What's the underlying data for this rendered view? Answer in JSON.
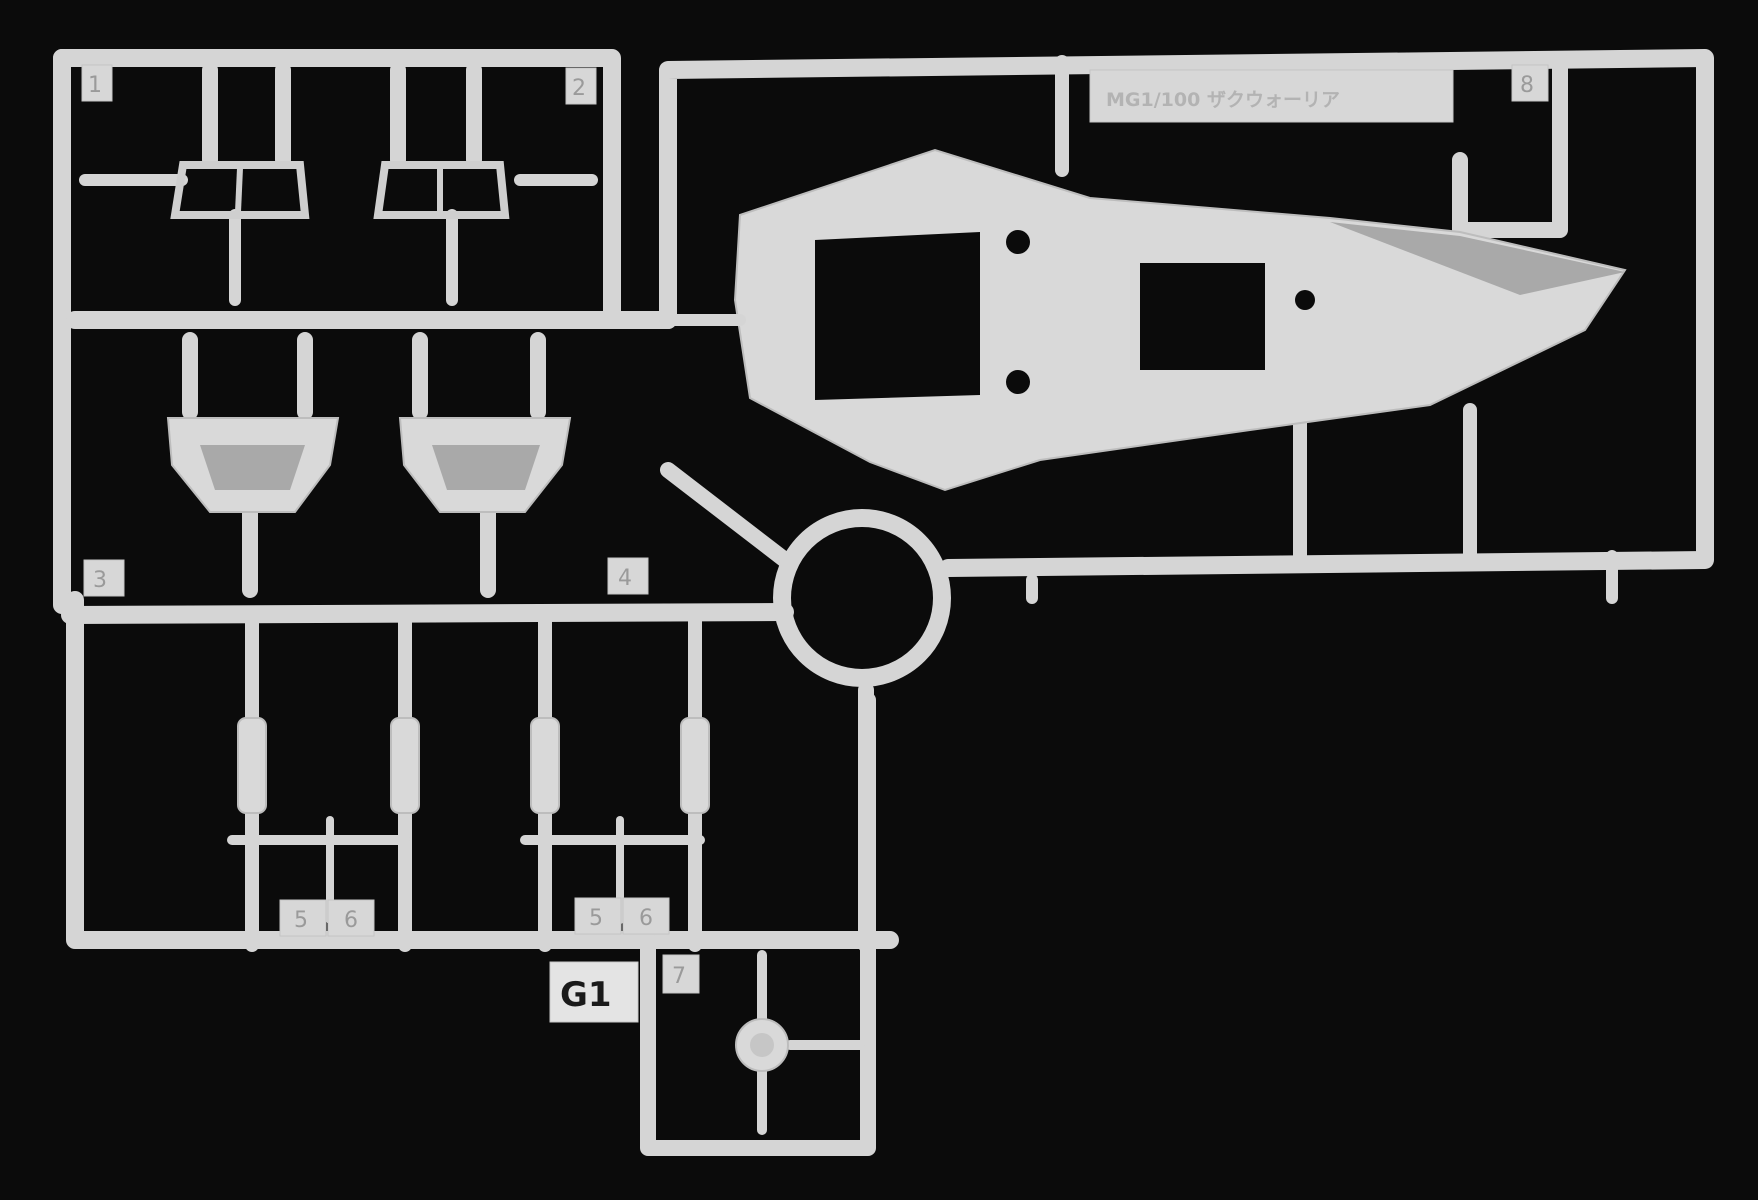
{
  "sprue": {
    "id_label": "G1",
    "name_plate": "MG1/100 ザクウォーリア",
    "part_numbers": [
      "1",
      "2",
      "3",
      "4",
      "5",
      "6",
      "5",
      "6",
      "7",
      "8"
    ]
  },
  "colors": {
    "background": "#0b0b0b",
    "plastic": "#d9d9d9",
    "plastic_shadow": "#a9a9a9"
  }
}
